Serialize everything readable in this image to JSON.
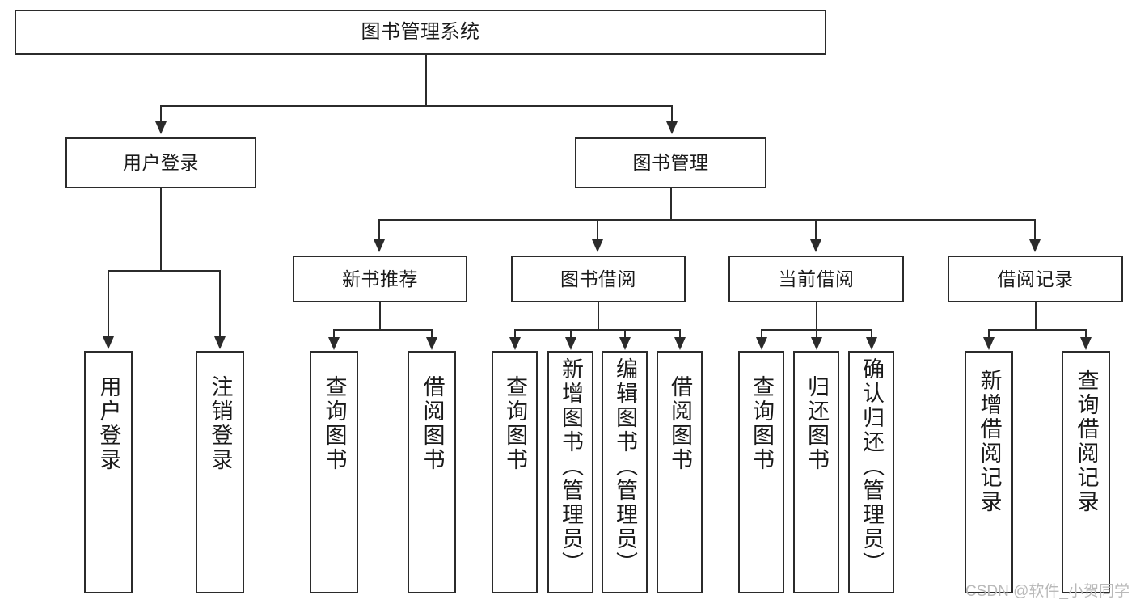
{
  "diagram": {
    "title": "图书管理系统",
    "type": "hierarchy-tree",
    "watermark": "CSDN @软件_小贺同学",
    "colors": {
      "stroke": "#2b2b2b",
      "fill": "#ffffff",
      "text": "#1a1a1a",
      "watermark": "#b9b9b9"
    },
    "nodes": {
      "root": {
        "label": "图书管理系统"
      },
      "level2": [
        {
          "id": "user-login",
          "label": "用户登录"
        },
        {
          "id": "book-manage",
          "label": "图书管理"
        }
      ],
      "level3": [
        {
          "id": "new-book-rec",
          "label": "新书推荐"
        },
        {
          "id": "book-borrow",
          "label": "图书借阅"
        },
        {
          "id": "current-borrow",
          "label": "当前借阅"
        },
        {
          "id": "borrow-record",
          "label": "借阅记录"
        }
      ],
      "leaves": {
        "user-login": [
          {
            "id": "leaf-user-login",
            "label": "用户登录"
          },
          {
            "id": "leaf-logout-login",
            "label": "注销登录"
          }
        ],
        "new-book-rec": [
          {
            "id": "leaf-query-book-1",
            "label": "查询图书"
          },
          {
            "id": "leaf-borrow-book-1",
            "label": "借阅图书"
          }
        ],
        "book-borrow": [
          {
            "id": "leaf-query-book-2",
            "label": "查询图书"
          },
          {
            "id": "leaf-add-book",
            "label": "新增图书（管理员）"
          },
          {
            "id": "leaf-edit-book",
            "label": "编辑图书（管理员）"
          },
          {
            "id": "leaf-borrow-book-2",
            "label": "借阅图书"
          }
        ],
        "current-borrow": [
          {
            "id": "leaf-query-book-3",
            "label": "查询图书"
          },
          {
            "id": "leaf-return-book",
            "label": "归还图书"
          },
          {
            "id": "leaf-confirm-return",
            "label": "确认归还（管理员）"
          }
        ],
        "borrow-record": [
          {
            "id": "leaf-add-record",
            "label": "新增借阅记录"
          },
          {
            "id": "leaf-query-record",
            "label": "查询借阅记录"
          }
        ]
      }
    }
  }
}
